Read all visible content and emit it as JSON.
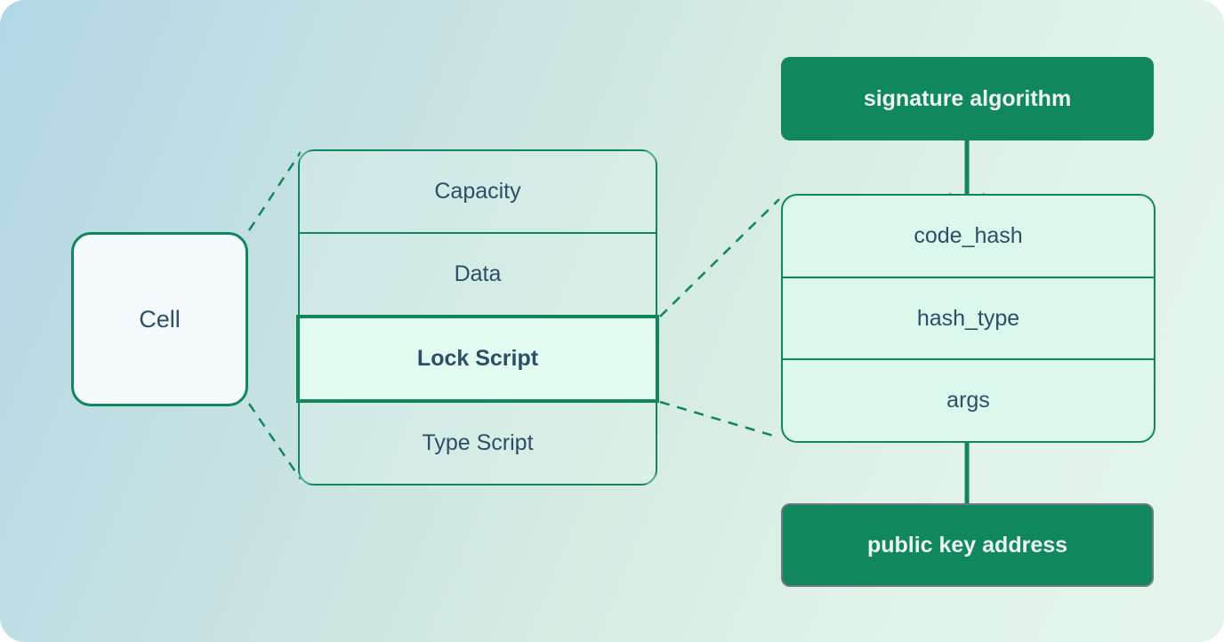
{
  "diagram": {
    "title_hint": "CKB cell structure diagram",
    "cell": {
      "label": "Cell"
    },
    "cell_fields": [
      {
        "label": "Capacity",
        "highlighted": false
      },
      {
        "label": "Data",
        "highlighted": false
      },
      {
        "label": "Lock Script",
        "highlighted": true
      },
      {
        "label": "Type Script",
        "highlighted": false
      }
    ],
    "lock_script_fields": [
      {
        "label": "code_hash"
      },
      {
        "label": "hash_type"
      },
      {
        "label": "args"
      }
    ],
    "annotations": {
      "signature": {
        "label": "signature algorithm",
        "points_to": "code_hash",
        "direction": "down"
      },
      "pubkey": {
        "label": "public key address",
        "points_to": "args",
        "direction": "up"
      }
    },
    "colors": {
      "accent_green": "#0f865c",
      "tag_fill_green": "#11875d",
      "tag_text": "#eef7f3",
      "label_text": "#2c4e67",
      "cell_fill": "#f5fafc",
      "lock_row_fill": "#e2fcf1",
      "script_stack_fill": "#dcf8ec",
      "background_gradient_start": "#b2d7e7",
      "background_gradient_end": "#e4f4ec",
      "pubkey_border": "#6d7a81"
    }
  }
}
